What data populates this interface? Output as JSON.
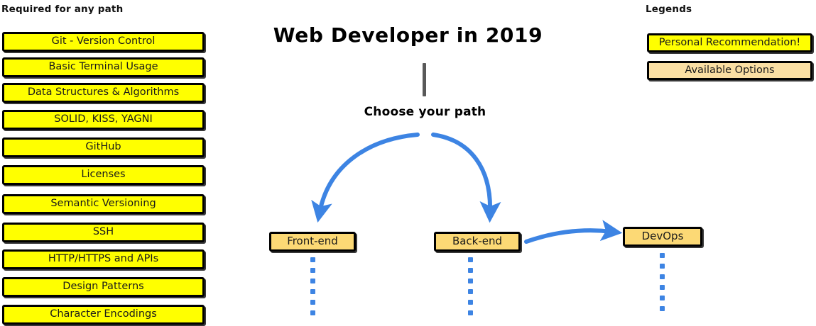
{
  "title": "Web Developer in 2019",
  "colors": {
    "recommendation_yellow": "#ffff00",
    "available_tan": "#fcd975",
    "legend_tan_light": "#fadfa3",
    "arrow_blue": "#3d84e3",
    "stem_gray": "#595959",
    "outline_black": "#000000"
  },
  "required": {
    "heading": "Required for any path",
    "items": [
      {
        "label": "Git - Version Control"
      },
      {
        "label": "Basic Terminal Usage"
      },
      {
        "label": "Data Structures & Algorithms"
      },
      {
        "label": "SOLID, KISS, YAGNI"
      },
      {
        "label": "GitHub"
      },
      {
        "label": "Licenses"
      },
      {
        "label": "Semantic Versioning"
      },
      {
        "label": "SSH"
      },
      {
        "label": "HTTP/HTTPS and APIs"
      },
      {
        "label": "Design Patterns"
      },
      {
        "label": "Character Encodings"
      }
    ]
  },
  "legends": {
    "heading": "Legends",
    "items": [
      {
        "label": "Personal Recommendation!",
        "style": "yellow"
      },
      {
        "label": "Available Options",
        "style": "tan-lt"
      }
    ]
  },
  "center": {
    "choose_label": "Choose your path",
    "paths": [
      {
        "label": "Front-end"
      },
      {
        "label": "Back-end"
      },
      {
        "label": "DevOps"
      }
    ]
  },
  "chart_data": {
    "type": "diagram",
    "title": "Web Developer in 2019",
    "nodes": [
      {
        "id": "root",
        "label": "Choose your path",
        "kind": "label"
      },
      {
        "id": "frontend",
        "label": "Front-end",
        "kind": "path"
      },
      {
        "id": "backend",
        "label": "Back-end",
        "kind": "path"
      },
      {
        "id": "devops",
        "label": "DevOps",
        "kind": "path"
      }
    ],
    "edges": [
      {
        "from": "root",
        "to": "frontend",
        "style": "curved-arrow"
      },
      {
        "from": "root",
        "to": "backend",
        "style": "curved-arrow"
      },
      {
        "from": "backend",
        "to": "devops",
        "style": "curved-arrow"
      },
      {
        "from": "frontend",
        "to": "",
        "style": "dotted-continues"
      },
      {
        "from": "backend",
        "to": "",
        "style": "dotted-continues"
      },
      {
        "from": "devops",
        "to": "",
        "style": "dotted-continues"
      }
    ]
  }
}
